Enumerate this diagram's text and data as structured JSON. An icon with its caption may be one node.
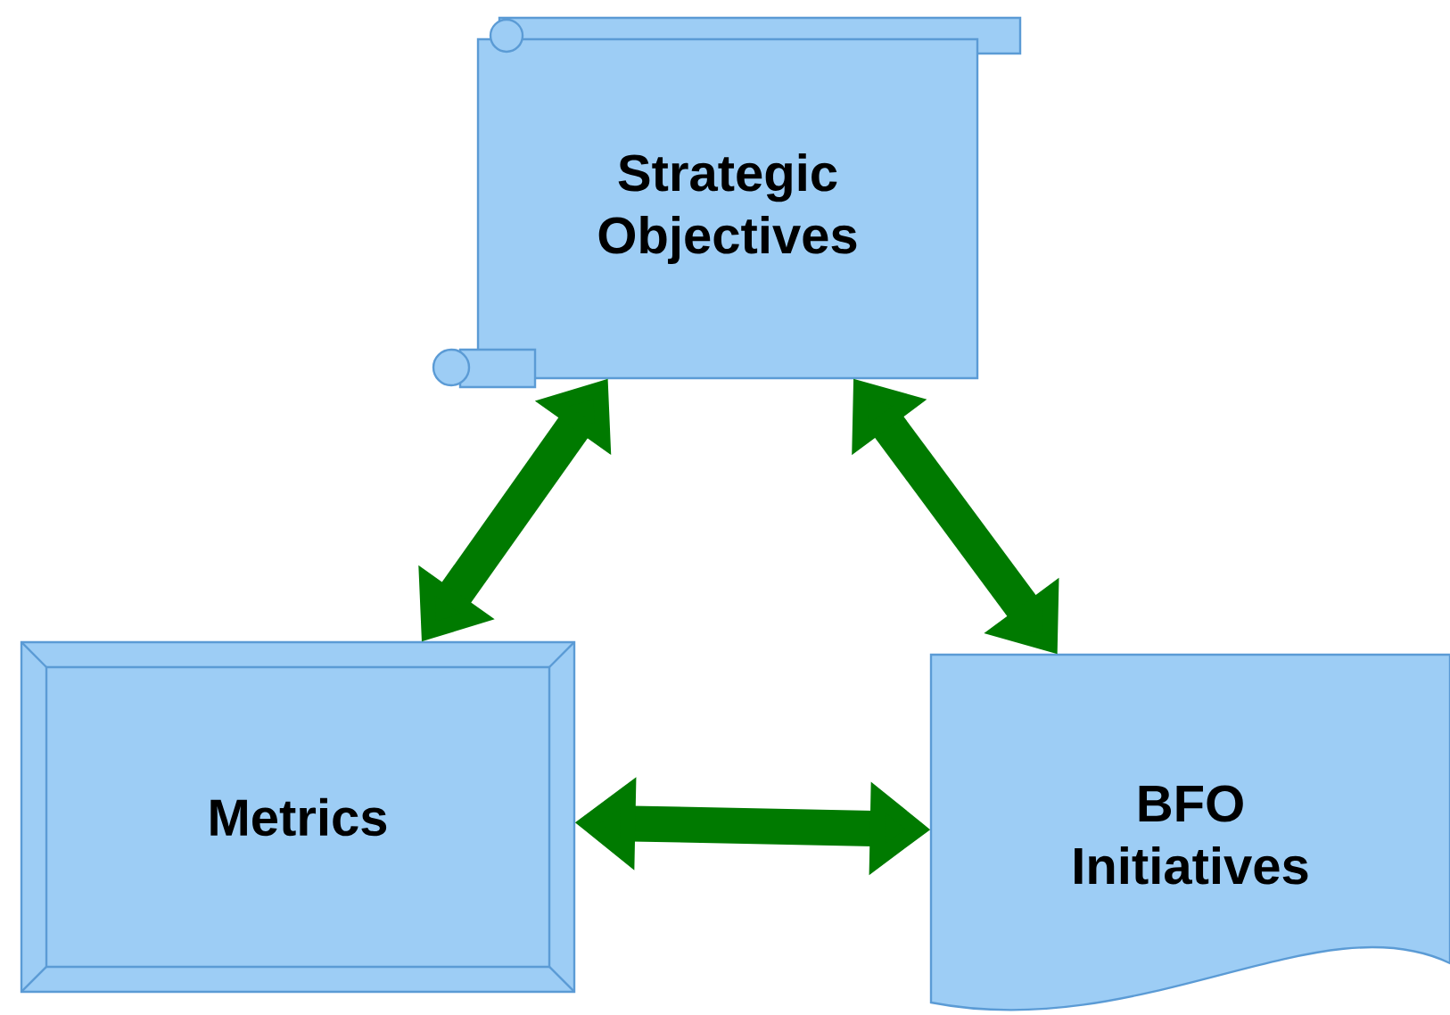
{
  "diagram": {
    "nodes": [
      {
        "text": [
          "Strategic Objectives"
        ]
      },
      {
        "text": [
          "Metrics"
        ]
      },
      {
        "text": [
          "BFO Initiatives"
        ]
      }
    ],
    "edges": [
      {
        "from": 0,
        "to": 1,
        "arrow": "both"
      },
      {
        "from": 0,
        "to": 2,
        "arrow": "both"
      },
      {
        "from": 1,
        "to": 2,
        "arrow": "both"
      }
    ]
  }
}
